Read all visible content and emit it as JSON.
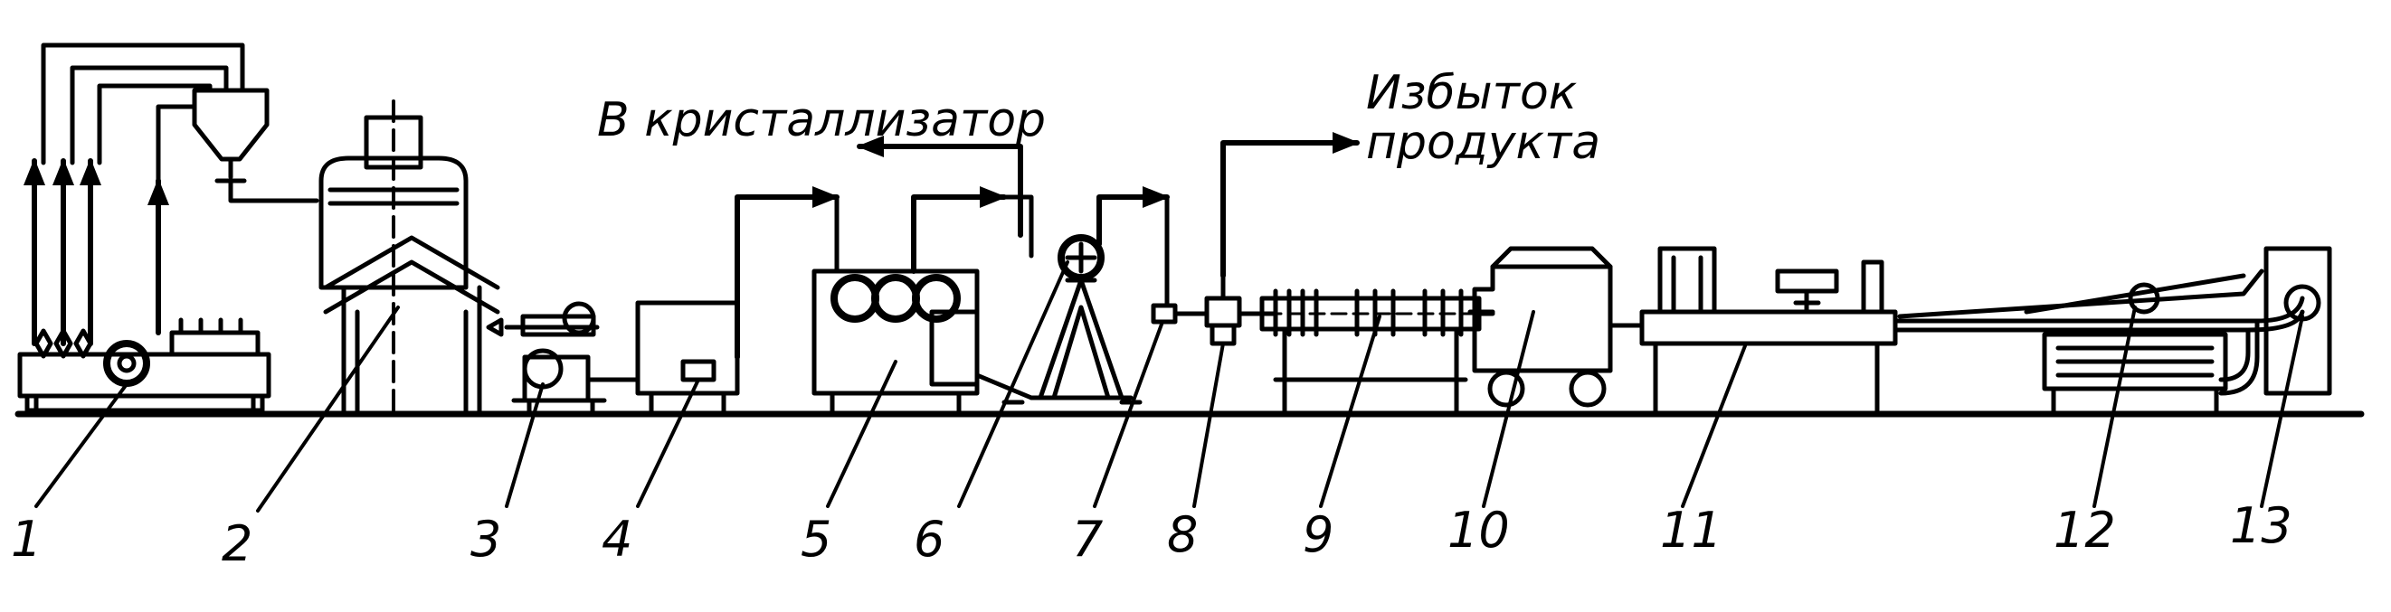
{
  "annotations": {
    "to_crystallizer": "В кристаллизатор",
    "excess_line1": "Избыток",
    "excess_line2": "продукта"
  },
  "labels": [
    "1",
    "2",
    "3",
    "4",
    "5",
    "6",
    "7",
    "8",
    "9",
    "10",
    "11",
    "12",
    "13"
  ],
  "colors": {
    "ink": "#000000",
    "paper": "#ffffff"
  }
}
